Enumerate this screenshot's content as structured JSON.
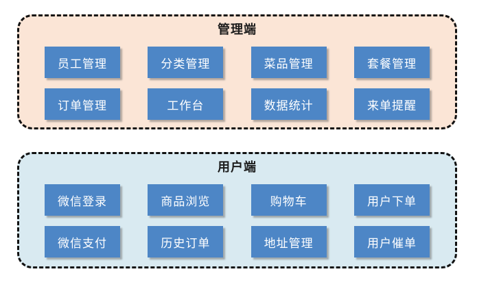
{
  "colors": {
    "admin_panel_bg": "#FBE5D6",
    "user_panel_bg": "#D9EAF1",
    "button_bg": "#4D86C6",
    "button_text": "#FFFFFF",
    "border_color": "#111111",
    "title_color": "#1C1C1C"
  },
  "panels": [
    {
      "id": "admin",
      "title": "管理端",
      "buttons": [
        "员工管理",
        "分类管理",
        "菜品管理",
        "套餐管理",
        "订单管理",
        "工作台",
        "数据统计",
        "来单提醒"
      ]
    },
    {
      "id": "user",
      "title": "用户端",
      "buttons": [
        "微信登录",
        "商品浏览",
        "购物车",
        "用户下单",
        "微信支付",
        "历史订单",
        "地址管理",
        "用户催单"
      ]
    }
  ]
}
